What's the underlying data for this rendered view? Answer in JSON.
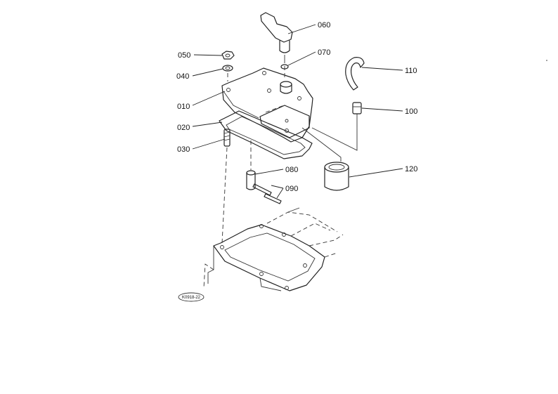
{
  "callouts": {
    "c010": "010",
    "c020": "020",
    "c030": "030",
    "c040": "040",
    "c050": "050",
    "c060": "060",
    "c070": "070",
    "c080": "080",
    "c090": "090",
    "c100": "100",
    "c110": "110",
    "c120": "120"
  },
  "drawing_code": "K0918-22",
  "colors": {
    "line": "#222222",
    "background": "#ffffff"
  }
}
